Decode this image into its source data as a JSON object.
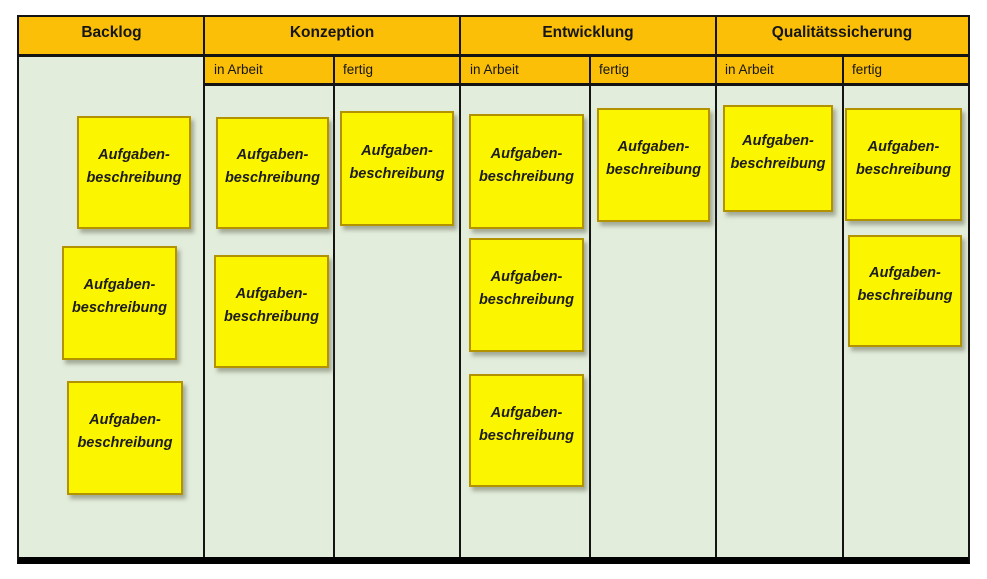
{
  "board": {
    "type": "kanban-board",
    "columns": [
      {
        "id": "backlog",
        "label": "Backlog",
        "lanes": []
      },
      {
        "id": "konzeption",
        "label": "Konzeption",
        "lanes": [
          {
            "label": "in Arbeit"
          },
          {
            "label": "fertig"
          }
        ]
      },
      {
        "id": "entwicklung",
        "label": "Entwicklung",
        "lanes": [
          {
            "label": "in Arbeit"
          },
          {
            "label": "fertig"
          }
        ]
      },
      {
        "id": "qualitaetssicherung",
        "label": "Qualitätssicherung",
        "lanes": [
          {
            "label": "in Arbeit"
          },
          {
            "label": "fertig"
          }
        ]
      }
    ],
    "notes": [
      {
        "lane": "backlog",
        "lines": [
          "Aufgaben-",
          "beschreibung"
        ]
      },
      {
        "lane": "backlog",
        "lines": [
          "Aufgaben-",
          "beschreibung"
        ]
      },
      {
        "lane": "backlog",
        "lines": [
          "Aufgaben-",
          "beschreibung"
        ]
      },
      {
        "lane": "konzeption-in-arbeit",
        "lines": [
          "Aufgaben-",
          "beschreibung"
        ]
      },
      {
        "lane": "konzeption-in-arbeit",
        "lines": [
          "Aufgaben-",
          "beschreibung"
        ]
      },
      {
        "lane": "konzeption-fertig",
        "lines": [
          "Aufgaben-",
          "beschreibung"
        ]
      },
      {
        "lane": "entwicklung-in-arbeit",
        "lines": [
          "Aufgaben-",
          "beschreibung"
        ]
      },
      {
        "lane": "entwicklung-in-arbeit",
        "lines": [
          "Aufgaben-",
          "beschreibung"
        ]
      },
      {
        "lane": "entwicklung-in-arbeit",
        "lines": [
          "Aufgaben-",
          "beschreibung"
        ]
      },
      {
        "lane": "entwicklung-fertig",
        "lines": [
          "Aufgaben-",
          "beschreibung"
        ]
      },
      {
        "lane": "qualitaetssicherung-in-arbeit",
        "lines": [
          "Aufgaben-",
          "beschreibung"
        ]
      },
      {
        "lane": "qualitaetssicherung-fertig",
        "lines": [
          "Aufgaben-",
          "beschreibung"
        ]
      },
      {
        "lane": "qualitaetssicherung-fertig",
        "lines": [
          "Aufgaben-",
          "beschreibung"
        ]
      }
    ],
    "colors": {
      "header_bg": "#FBBF07",
      "lane_bg": "#E3EDDB",
      "note_bg": "#FCF500",
      "note_border": "#B39200",
      "grid_line": "#141414"
    }
  }
}
